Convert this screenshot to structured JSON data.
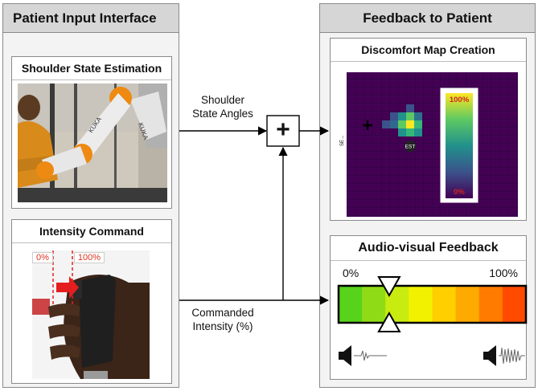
{
  "left_panel": {
    "title": "Patient Input Interface",
    "shoulder_card": {
      "title": "Shoulder State Estimation",
      "robot_brand": "KUKA"
    },
    "intensity_card": {
      "title": "Intensity Command",
      "min_label": "0%",
      "max_label": "100%"
    }
  },
  "right_panel": {
    "title": "Feedback to Patient",
    "map_card": {
      "title": "Discomfort Map Creation",
      "colorbar_top": "100%",
      "colorbar_bottom": "0%",
      "est_label": "EST",
      "axis_label": "SE→"
    },
    "feedback_card": {
      "title": "Audio-visual Feedback",
      "min_label": "0%",
      "max_label": "100%",
      "bar_colors": [
        "#57d31c",
        "#8fdc16",
        "#c8ec10",
        "#f2f200",
        "#ffcf00",
        "#ffaa00",
        "#ff7b00",
        "#ff4a00"
      ],
      "indicator_level": 0.27
    }
  },
  "arrows": {
    "top_label_line1": "Shoulder",
    "top_label_line2": "State Angles",
    "bottom_label_line1": "Commanded",
    "bottom_label_line2": "Intensity (%)",
    "sum_symbol": "+"
  }
}
